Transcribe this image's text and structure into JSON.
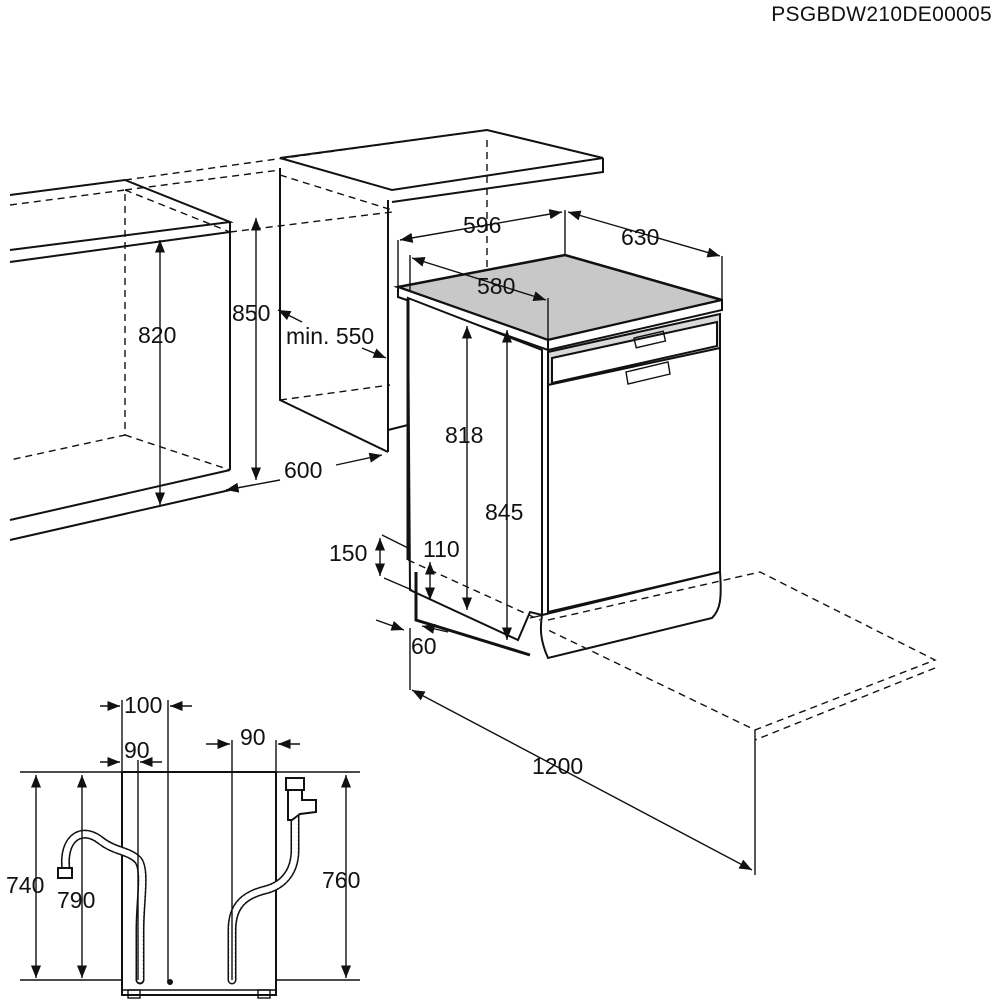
{
  "doc_code": "PSGBDW210DE00005",
  "dimensions": {
    "d596": "596",
    "d630": "630",
    "d580": "580",
    "d820": "820",
    "d850": "850",
    "min550": "min. 550",
    "d818": "818",
    "d845": "845",
    "d600": "600",
    "d150": "150",
    "d110": "110",
    "d60": "60",
    "d1200": "1200",
    "d100": "100",
    "d90a": "90",
    "d90b": "90",
    "d740": "740",
    "d790": "790",
    "d760": "760"
  }
}
